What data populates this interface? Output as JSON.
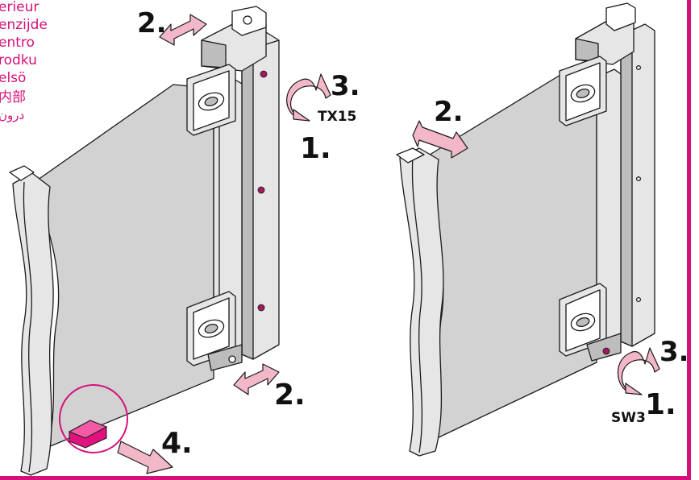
{
  "colors": {
    "accent": "#d4117a",
    "arrow_fill": "#f2b8c8",
    "magenta_part": "#e0127e"
  },
  "side_text": {
    "lines": [
      "erieur",
      "enzijde",
      "entro",
      "rodku",
      "elsö",
      "内部",
      "درون"
    ]
  },
  "left_figure": {
    "steps": {
      "step_2_top": "2.",
      "step_3": "3.",
      "step_1": "1.",
      "step_2_bottom": "2.",
      "step_4": "4."
    },
    "tool_label": "TX15"
  },
  "right_figure": {
    "steps": {
      "step_2": "2.",
      "step_3": "3.",
      "step_1": "1."
    },
    "tool_label": "SW3"
  },
  "icons": [
    "rotate-arrow-icon",
    "double-arrow-icon",
    "pull-arrow-icon",
    "screw-icon"
  ]
}
